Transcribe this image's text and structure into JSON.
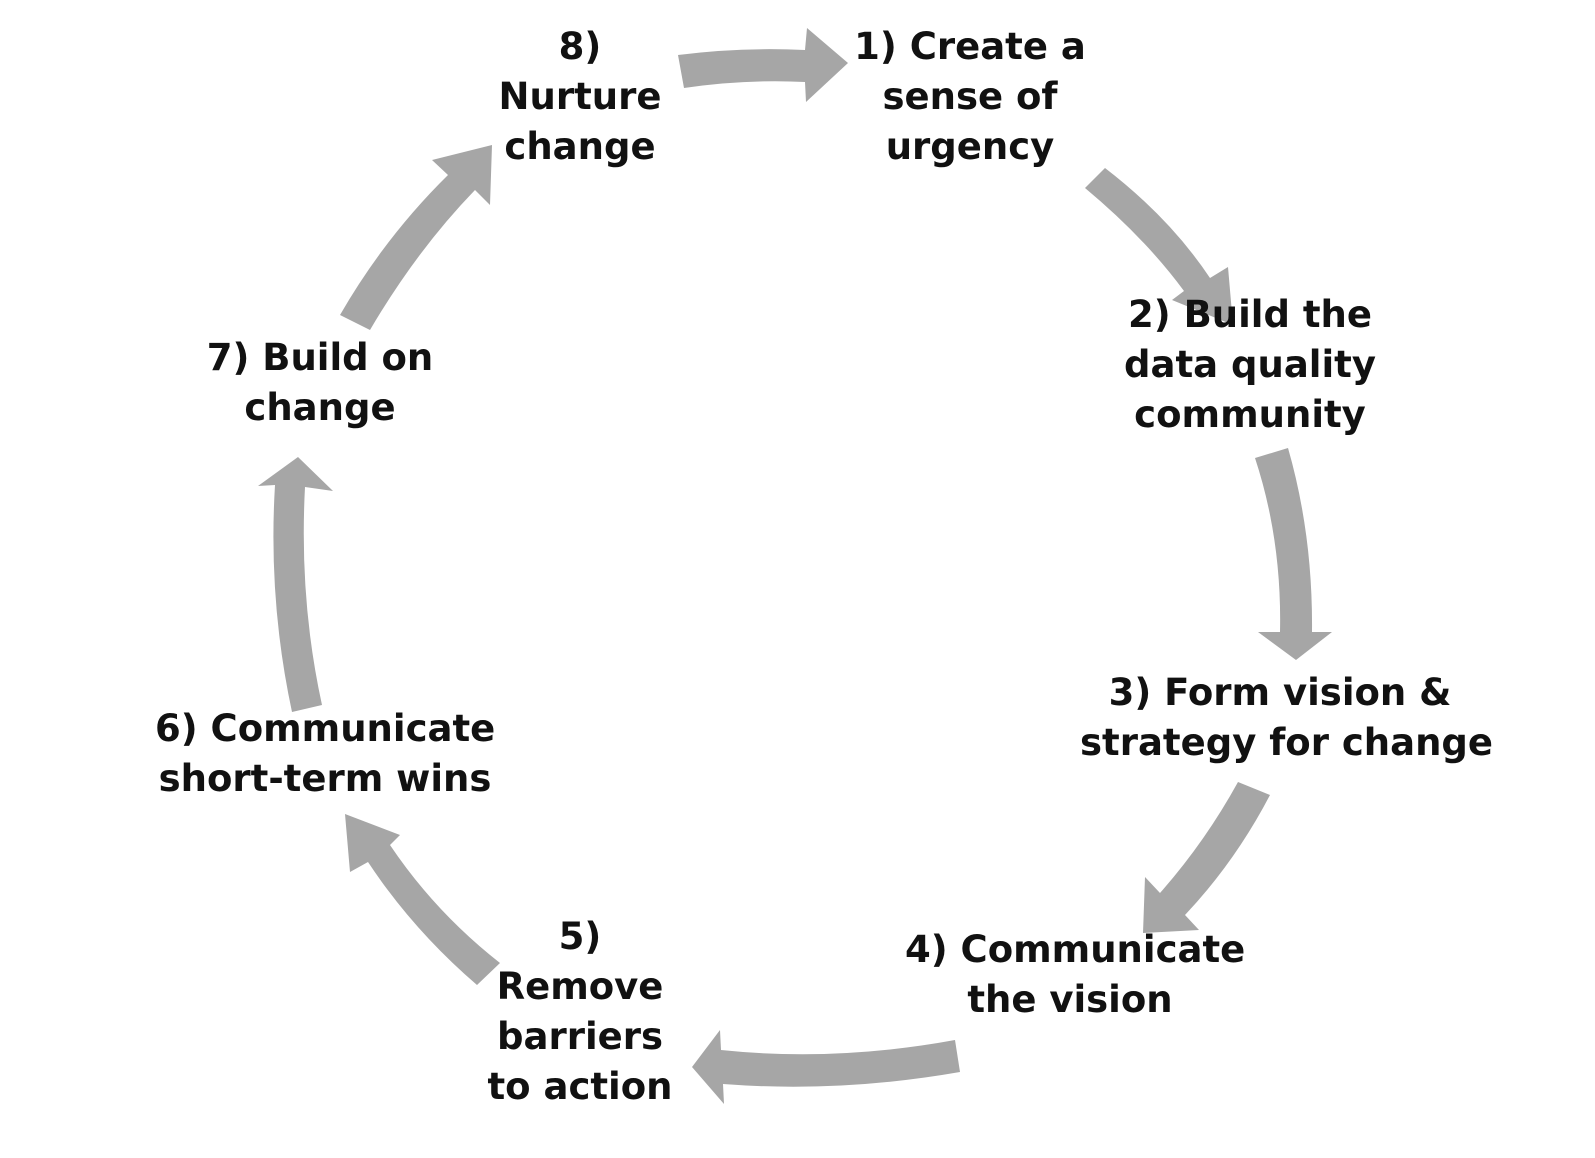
{
  "diagram": {
    "type": "cycle",
    "arrow_color": "#a6a6a6",
    "text_color": "#111111",
    "steps": [
      {
        "id": "1",
        "lines": [
          "1) Create a",
          "sense of",
          "urgency"
        ]
      },
      {
        "id": "2",
        "lines": [
          "2) Build the",
          "data quality",
          "community"
        ]
      },
      {
        "id": "3",
        "lines": [
          "3) Form vision &",
          "strategy for change"
        ]
      },
      {
        "id": "4",
        "lines": [
          "4) Communicate",
          "the vision"
        ]
      },
      {
        "id": "5",
        "lines": [
          "5)",
          "Remove",
          "barriers",
          "to action"
        ]
      },
      {
        "id": "6",
        "lines": [
          "6) Communicate",
          "short-term wins"
        ]
      },
      {
        "id": "7",
        "lines": [
          "7) Build on",
          "change"
        ]
      },
      {
        "id": "8",
        "lines": [
          "8)",
          "Nurture",
          "change"
        ]
      }
    ],
    "flow": [
      "1",
      "2",
      "3",
      "4",
      "5",
      "6",
      "7",
      "8",
      "1"
    ]
  }
}
